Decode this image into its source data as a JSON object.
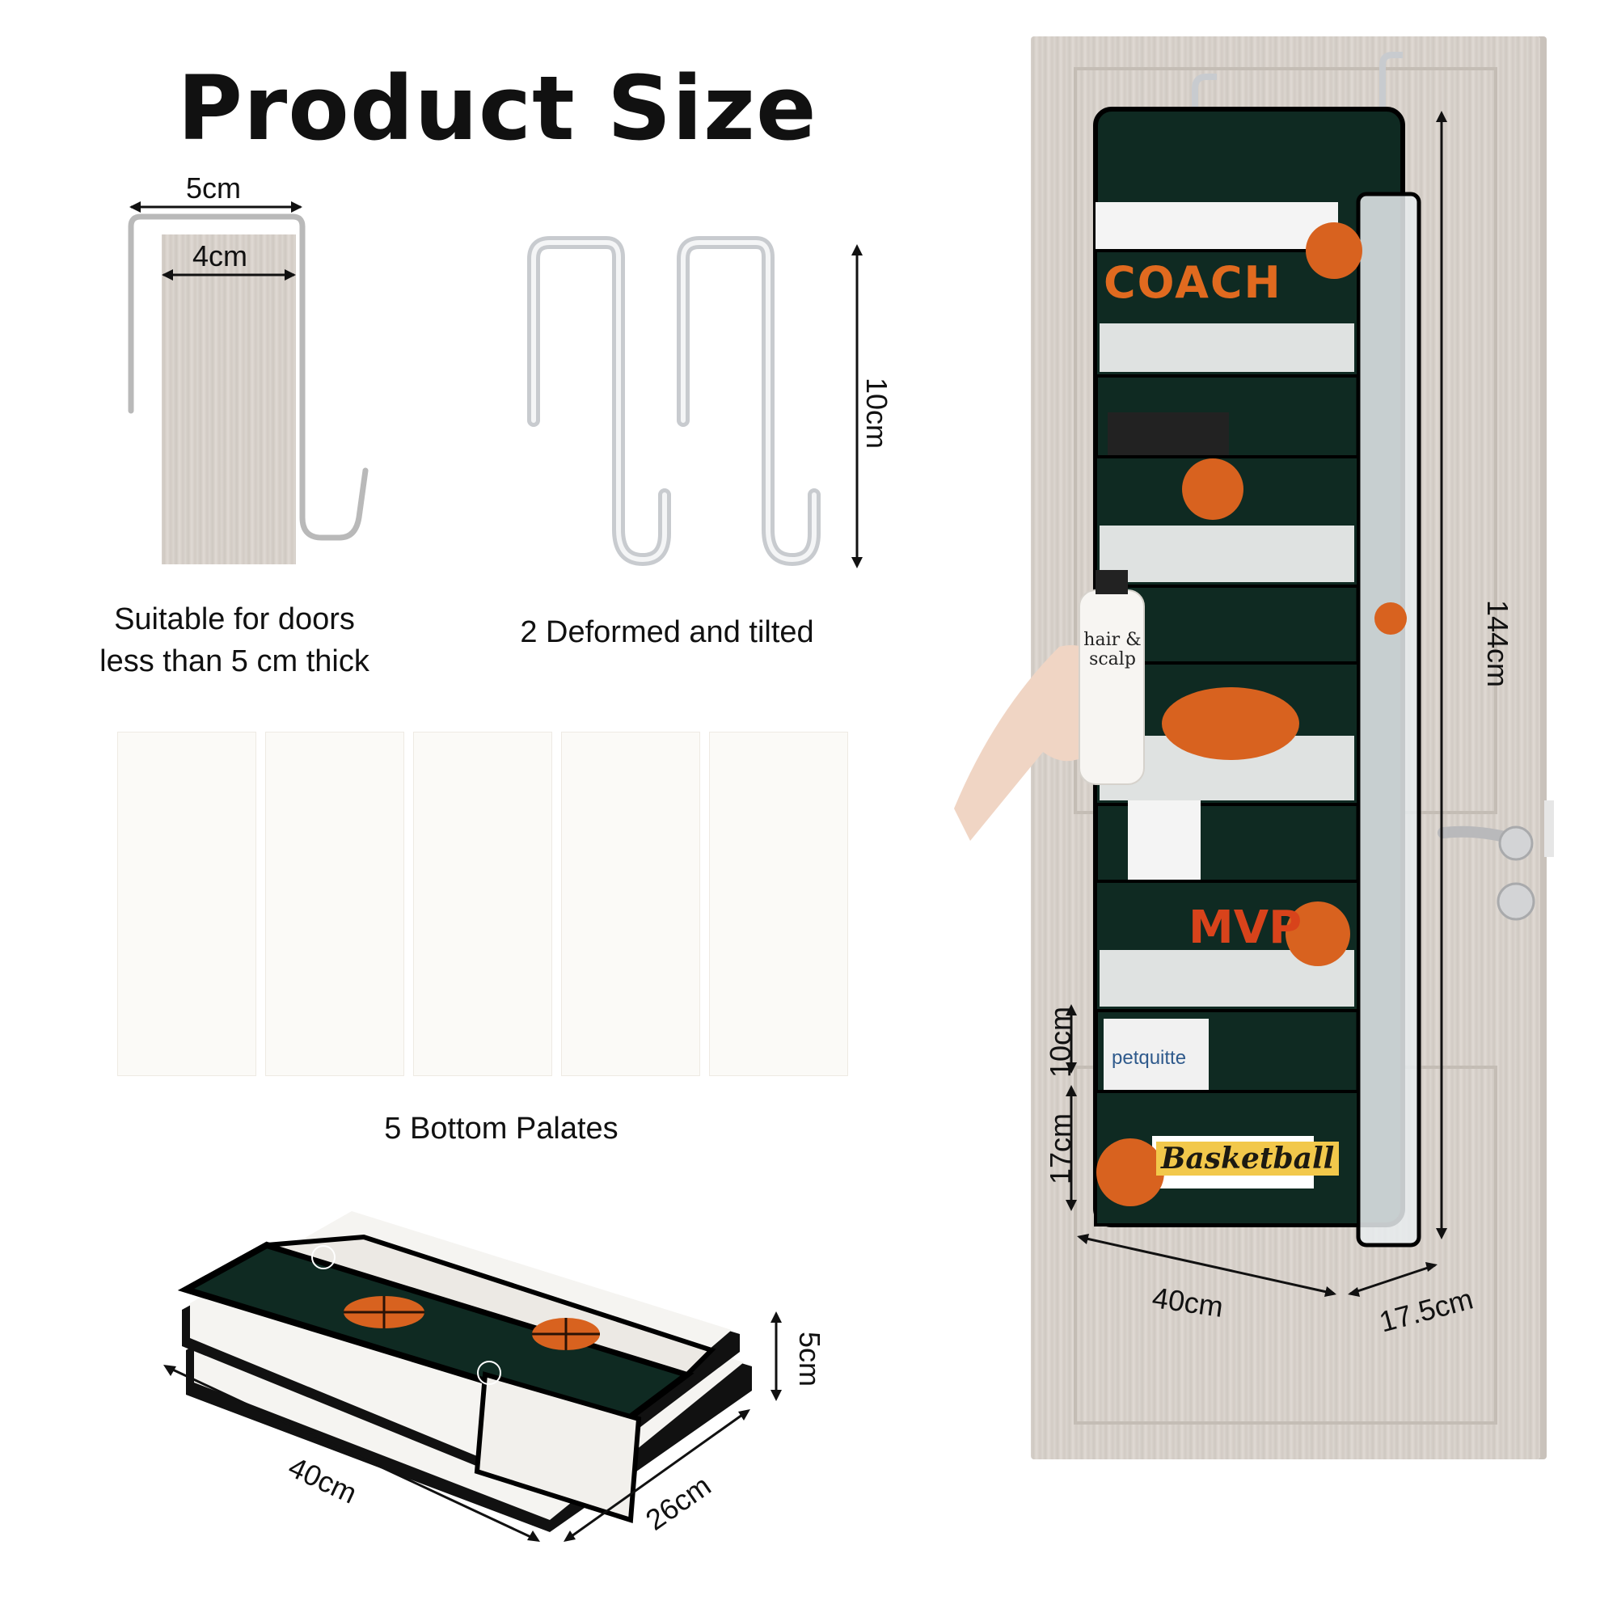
{
  "title": "Product Size",
  "hook_detail": {
    "outer_width": "5cm",
    "inner_width": "4cm",
    "caption_line1": "Suitable for doors",
    "caption_line2": "less than 5 cm thick"
  },
  "hooks": {
    "height": "10cm",
    "caption": "2 Deformed and tilted"
  },
  "plates": {
    "count": 5,
    "caption": "5 Bottom Palates"
  },
  "folded": {
    "length": "40cm",
    "depth": "26cm",
    "thickness": "5cm"
  },
  "organizer": {
    "height": "144cm",
    "width": "40cm",
    "depth": "17.5cm",
    "pocket_small": "10cm",
    "pocket_large": "17cm",
    "print_labels": [
      "COACH",
      "MVP",
      "Basketball"
    ],
    "product_labels": [
      "hair & scalp",
      "petquitte"
    ]
  },
  "colors": {
    "organizer_green": "#0f2a22",
    "basketball_orange": "#d8621f",
    "coach_text": "#e06a1f",
    "mvp_text": "#d8431b",
    "banner_yellow": "#f2c84b",
    "door": "#d9d3cd"
  }
}
